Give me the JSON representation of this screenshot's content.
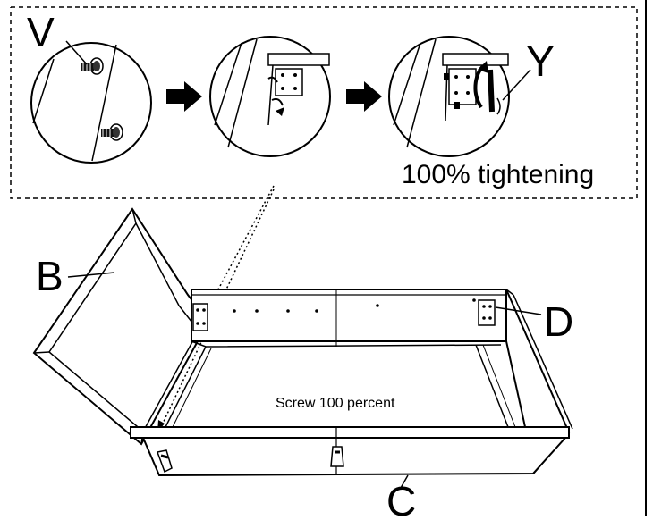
{
  "labels": {
    "v": "V",
    "y": "Y",
    "b": "B",
    "c": "C",
    "d": "D"
  },
  "captions": {
    "tightening": "100% tightening",
    "screw": "Screw 100 percent"
  },
  "colors": {
    "line": "#000000",
    "background": "#ffffff"
  }
}
